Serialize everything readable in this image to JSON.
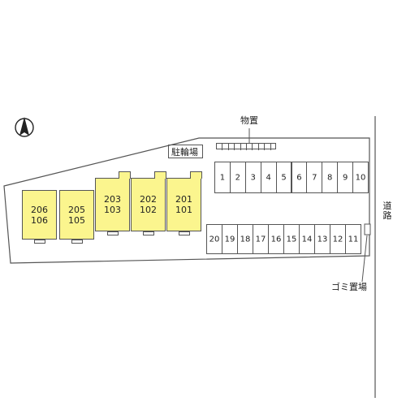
{
  "labels": {
    "storage": "物置",
    "bicycle_parking": "駐輪場",
    "road": "道路",
    "garbage_area": "ゴミ置場"
  },
  "units": [
    {
      "upper": "206",
      "lower": "106"
    },
    {
      "upper": "205",
      "lower": "105"
    },
    {
      "upper": "203",
      "lower": "103"
    },
    {
      "upper": "202",
      "lower": "102"
    },
    {
      "upper": "201",
      "lower": "101"
    }
  ],
  "parking_top": [
    "1",
    "2",
    "3",
    "4",
    "5",
    "6",
    "7",
    "8",
    "9",
    "10"
  ],
  "parking_bottom": [
    "20",
    "19",
    "18",
    "17",
    "16",
    "15",
    "14",
    "13",
    "12",
    "11"
  ],
  "icons": {
    "north": "north-arrow-icon"
  },
  "colors": {
    "unit_fill": "#fbf58e",
    "line": "#555555"
  }
}
